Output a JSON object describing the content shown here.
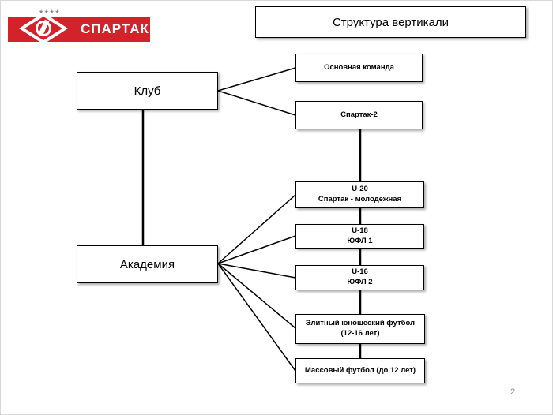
{
  "slide_title": "Структура вертикали",
  "logo": {
    "name": "СПАРТАК",
    "stars": "★★★★"
  },
  "nodes": {
    "club": "Клуб",
    "academy": "Академия",
    "main_team": "Основная команда",
    "spartak2": "Спартак-2",
    "u20": {
      "line1": "U-20",
      "line2": "Спартак - молодежная"
    },
    "u18": {
      "line1": "U-18",
      "line2": "ЮФЛ 1"
    },
    "u16": {
      "line1": "U-16",
      "line2": "ЮФЛ 2"
    },
    "elite": {
      "line1": "Элитный юношеский футбол",
      "line2": "(12-16 лет)"
    },
    "mass": "Массовый футбол (до 12 лет)"
  },
  "page_number": "2",
  "colors": {
    "brand_red": "#d2232a",
    "border": "#000000",
    "page_number": "#888888"
  }
}
